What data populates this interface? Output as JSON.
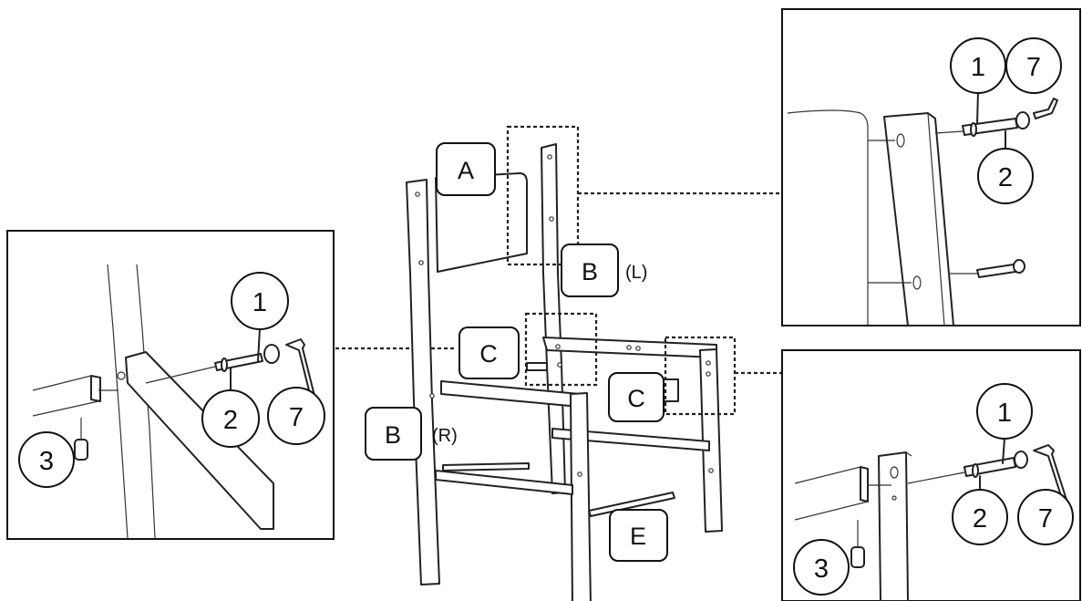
{
  "parts": {
    "a": "A",
    "b_left": "B",
    "b_right": "B",
    "c_upper": "C",
    "c_lower": "C",
    "e": "E"
  },
  "side_notes": {
    "left": "(L)",
    "right": "(R)"
  },
  "callouts": {
    "left_panel": [
      "1",
      "2",
      "7",
      "3"
    ],
    "top_right_panel": [
      "1",
      "7",
      "2"
    ],
    "bottom_right_panel": [
      "1",
      "2",
      "7",
      "3"
    ]
  }
}
